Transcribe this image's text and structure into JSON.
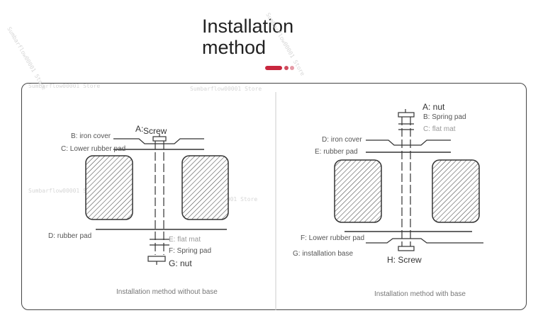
{
  "header": {
    "title": "Installation\nmethod",
    "dots": [
      {
        "color": "#c8263e"
      },
      {
        "color": "#d04a5c"
      },
      {
        "color": "#e59aa6"
      }
    ]
  },
  "watermark": "Sumbarflow00001 Store",
  "left": {
    "labels": {
      "a": "A:",
      "screw": "Screw",
      "b": "B: iron cover",
      "c": "C: Lower rubber pad",
      "d": "D: rubber pad",
      "e": "E: flat mat",
      "f": "F: Spring pad",
      "g": "G: nut"
    },
    "caption": "Installation method without base"
  },
  "right": {
    "labels": {
      "a": "A: nut",
      "b": "B: Spring pad",
      "c": "C: flat mat",
      "d": "D: iron cover",
      "e": "E: rubber pad",
      "f": "F: Lower rubber pad",
      "g": "G: installation base",
      "h": "H: Screw"
    },
    "caption": "Installation method with base"
  }
}
